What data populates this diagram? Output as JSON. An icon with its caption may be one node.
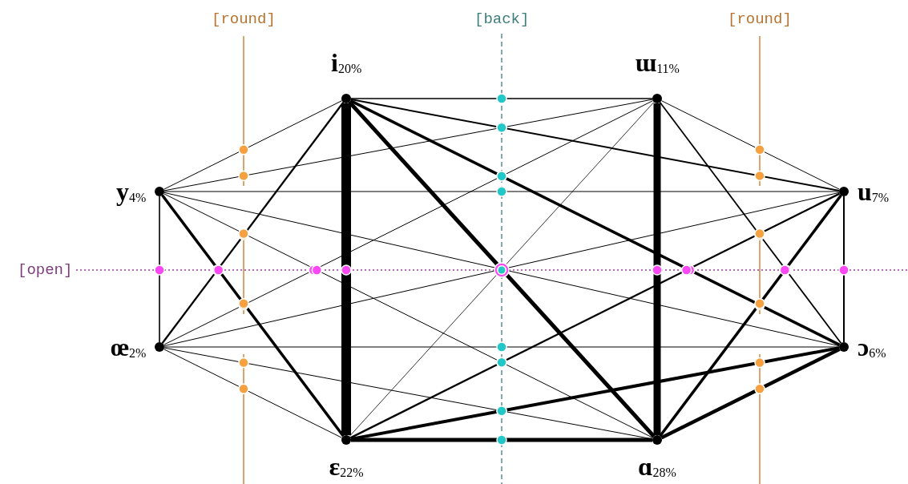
{
  "diagram": {
    "nodes": [
      {
        "text": [],
        "shape": "circle",
        "beside": [
          "**i**$_{20%}$"
        ]
      },
      {
        "text": [],
        "shape": "circle",
        "beside": [
          "**ɯ**$_{11%}$"
        ]
      },
      {
        "text": [],
        "shape": "circle",
        "beside": [
          "**y**$_{4%}$"
        ]
      },
      {
        "text": [],
        "shape": "circle",
        "beside": [
          "**u**$_{7%}$"
        ]
      },
      {
        "text": [],
        "shape": "circle",
        "beside": [
          "**œ**$_{2%}$"
        ]
      },
      {
        "text": [],
        "shape": "circle",
        "beside": [
          "**ɔ**$_{6%}$"
        ]
      },
      {
        "text": [],
        "shape": "circle",
        "beside": [
          "**ɛ**$_{22%}$"
        ]
      },
      {
        "text": [],
        "shape": "circle",
        "beside": [
          "**ɑ**$_{28%}$"
        ]
      }
    ],
    "edges": [
      {
        "from": 0,
        "to": 1,
        "arrow": "none"
      },
      {
        "from": 0,
        "to": 2,
        "arrow": "none"
      },
      {
        "from": 0,
        "to": 3,
        "arrow": "none"
      },
      {
        "from": 0,
        "to": 4,
        "arrow": "none"
      },
      {
        "from": 0,
        "to": 5,
        "arrow": "none",
        "style": "thick"
      },
      {
        "from": 0,
        "to": 6,
        "arrow": "none",
        "style": "thick"
      },
      {
        "from": 0,
        "to": 7,
        "arrow": "none",
        "style": "thick"
      },
      {
        "from": 1,
        "to": 2,
        "arrow": "none"
      },
      {
        "from": 1,
        "to": 3,
        "arrow": "none"
      },
      {
        "from": 1,
        "to": 4,
        "arrow": "none"
      },
      {
        "from": 1,
        "to": 5,
        "arrow": "none"
      },
      {
        "from": 1,
        "to": 6,
        "arrow": "none"
      },
      {
        "from": 1,
        "to": 7,
        "arrow": "none",
        "style": "thick"
      },
      {
        "from": 2,
        "to": 3,
        "arrow": "none"
      },
      {
        "from": 2,
        "to": 4,
        "arrow": "none"
      },
      {
        "from": 2,
        "to": 5,
        "arrow": "none"
      },
      {
        "from": 2,
        "to": 6,
        "arrow": "none",
        "style": "thick"
      },
      {
        "from": 2,
        "to": 7,
        "arrow": "none"
      },
      {
        "from": 3,
        "to": 4,
        "arrow": "none"
      },
      {
        "from": 3,
        "to": 5,
        "arrow": "none"
      },
      {
        "from": 3,
        "to": 6,
        "arrow": "none"
      },
      {
        "from": 3,
        "to": 7,
        "arrow": "none",
        "style": "thick"
      },
      {
        "from": 4,
        "to": 5,
        "arrow": "none"
      },
      {
        "from": 4,
        "to": 6,
        "arrow": "none"
      },
      {
        "from": 4,
        "to": 7,
        "arrow": "none"
      },
      {
        "from": 5,
        "to": 6,
        "arrow": "none",
        "style": "thick"
      },
      {
        "from": 5,
        "to": 7,
        "arrow": "none",
        "style": "thick"
      },
      {
        "from": 6,
        "to": 7,
        "arrow": "none",
        "style": "thick"
      }
    ],
    "labels": [
      "[round]",
      "[back]",
      "[round]",
      "[open]"
    ]
  }
}
